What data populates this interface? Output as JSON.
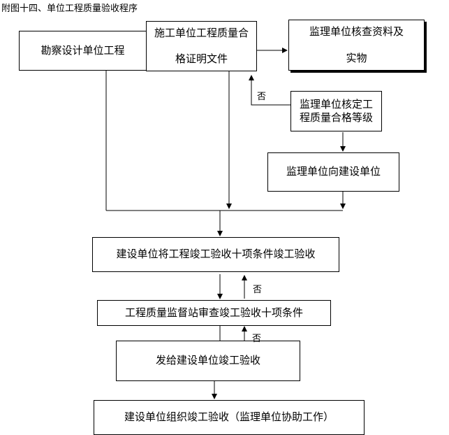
{
  "title": "附图十四、单位工程质量验收程序",
  "boxes": {
    "survey": "勘察设计单位工程",
    "construction_line1": "施工单位工程质量合",
    "construction_line2": "格证明文件",
    "supervision_check_line1": "监理单位核查资料及",
    "supervision_check_line2": "实物",
    "supervision_grade_line1": "监理单位核定工",
    "supervision_grade_line2": "程质量合格等级",
    "supervision_to_owner": "监理单位向建设单位",
    "owner_acceptance": "建设单位将工程竣工验收十项条件竣工验收",
    "quality_station": "工程质量监督站审查竣工验收十项条件",
    "issue_acceptance": "发给建设单位竣工验收",
    "organize_acceptance": "建设单位组织竣工验收（监理单位协助工作）"
  },
  "labels": {
    "no1": "否",
    "no2": "否",
    "no3": "否"
  }
}
